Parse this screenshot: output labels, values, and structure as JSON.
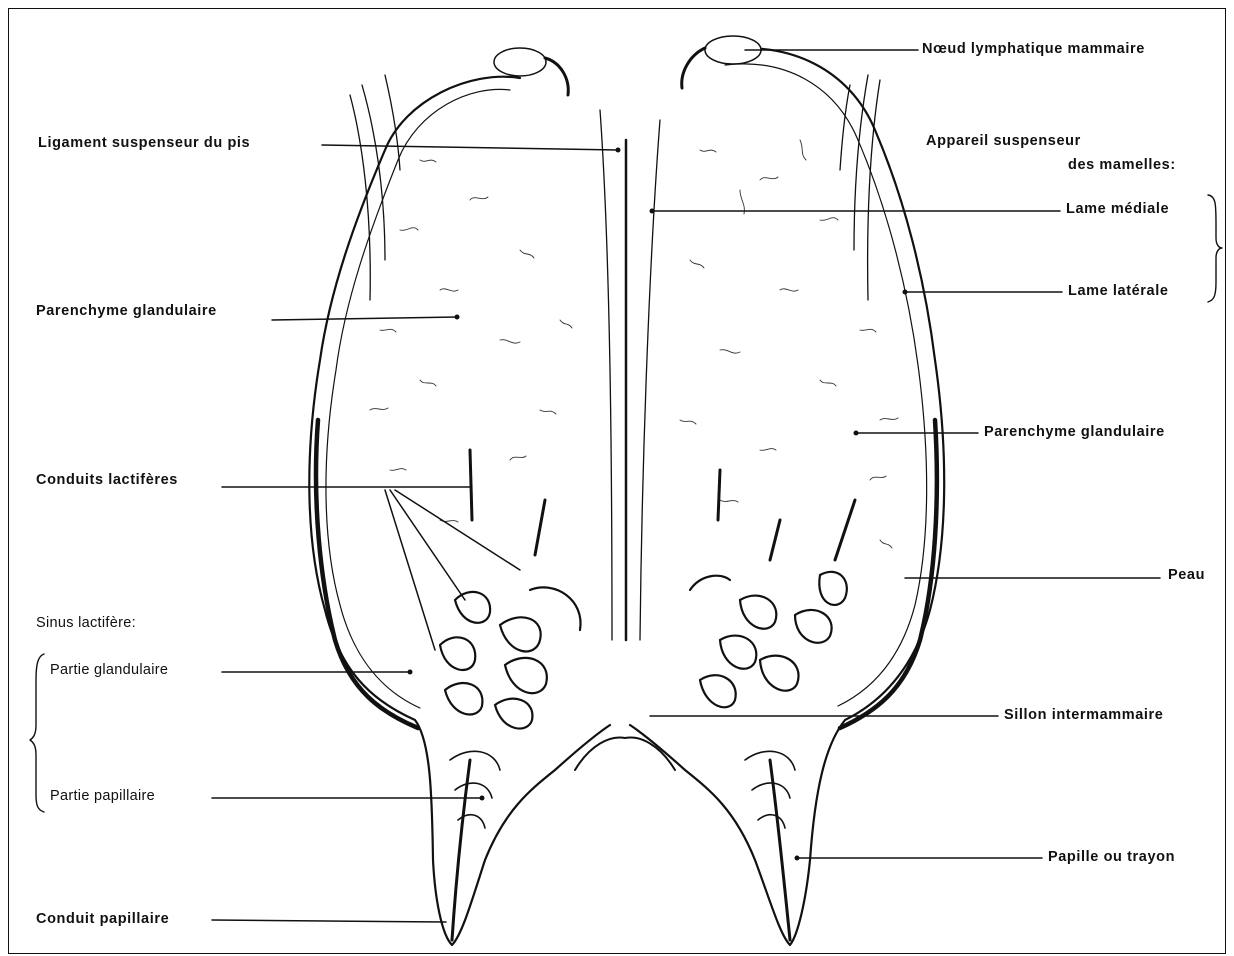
{
  "labels": {
    "lymph_node": "Nœud lymphatique mammaire",
    "suspensory_ligament": "Ligament suspenseur du pis",
    "suspensory_apparatus_1": "Appareil suspenseur",
    "suspensory_apparatus_2": "des mamelles:",
    "medial_lamina": "Lame médiale",
    "lateral_lamina": "Lame latérale",
    "parenchyma_left": "Parenchyme glandulaire",
    "parenchyma_right": "Parenchyme glandulaire",
    "lactiferous_ducts": "Conduits lactifères",
    "skin": "Peau",
    "lactiferous_sinus": "Sinus lactifère:",
    "gland_part": "Partie glandulaire",
    "papillary_part": "Partie papillaire",
    "intermammary_groove": "Sillon intermammaire",
    "papilla": "Papille ou trayon",
    "papillary_duct": "Conduit papillaire"
  },
  "colors": {
    "ink": "#111111",
    "background": "#ffffff"
  }
}
